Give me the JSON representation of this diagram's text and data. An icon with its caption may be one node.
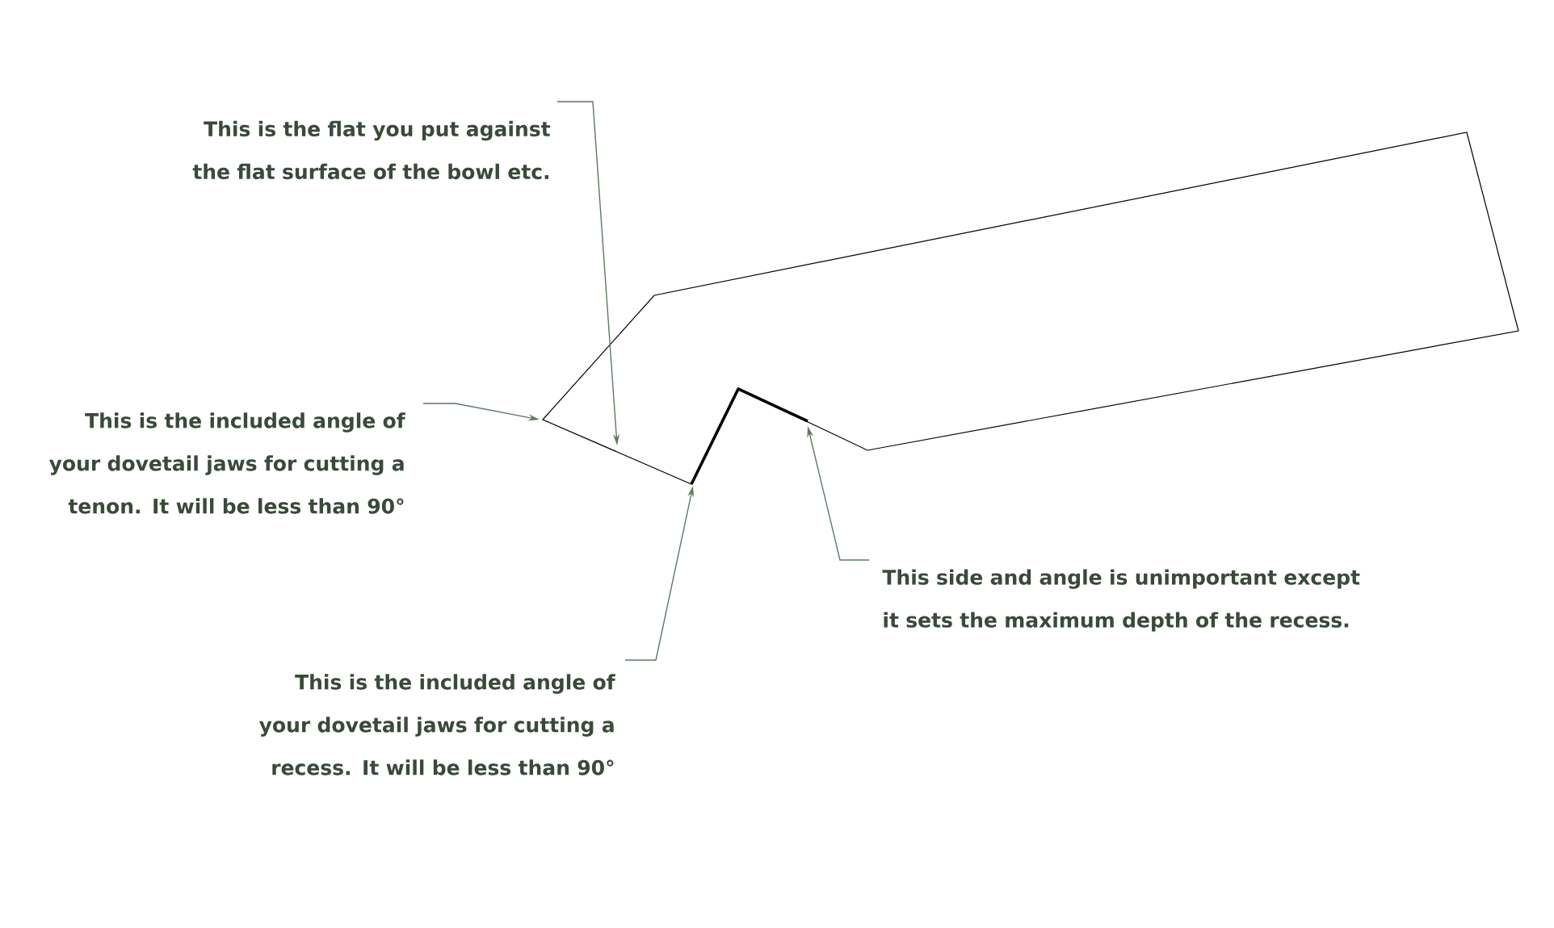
{
  "diagram": {
    "nodes": [
      {
        "text": [
          "This is the flat you put against the flat surface of the bowl etc."
        ]
      },
      {
        "text": [
          "This is the included angle of your dovetail jaws for cutting a tenon. It will be less than 90°"
        ]
      },
      {
        "text": [
          "This is the included angle of your dovetail jaws for cutting a recess. It will be less than 90°"
        ]
      },
      {
        "text": [
          "This side and angle is unimportant except it sets the maximum depth of the recess."
        ]
      }
    ],
    "edges": [
      {
        "from": 0,
        "to": null,
        "arrow": "to"
      },
      {
        "from": 1,
        "to": null,
        "arrow": "to"
      },
      {
        "from": 2,
        "to": null,
        "arrow": "to"
      },
      {
        "from": 3,
        "to": null,
        "arrow": "to"
      }
    ]
  }
}
